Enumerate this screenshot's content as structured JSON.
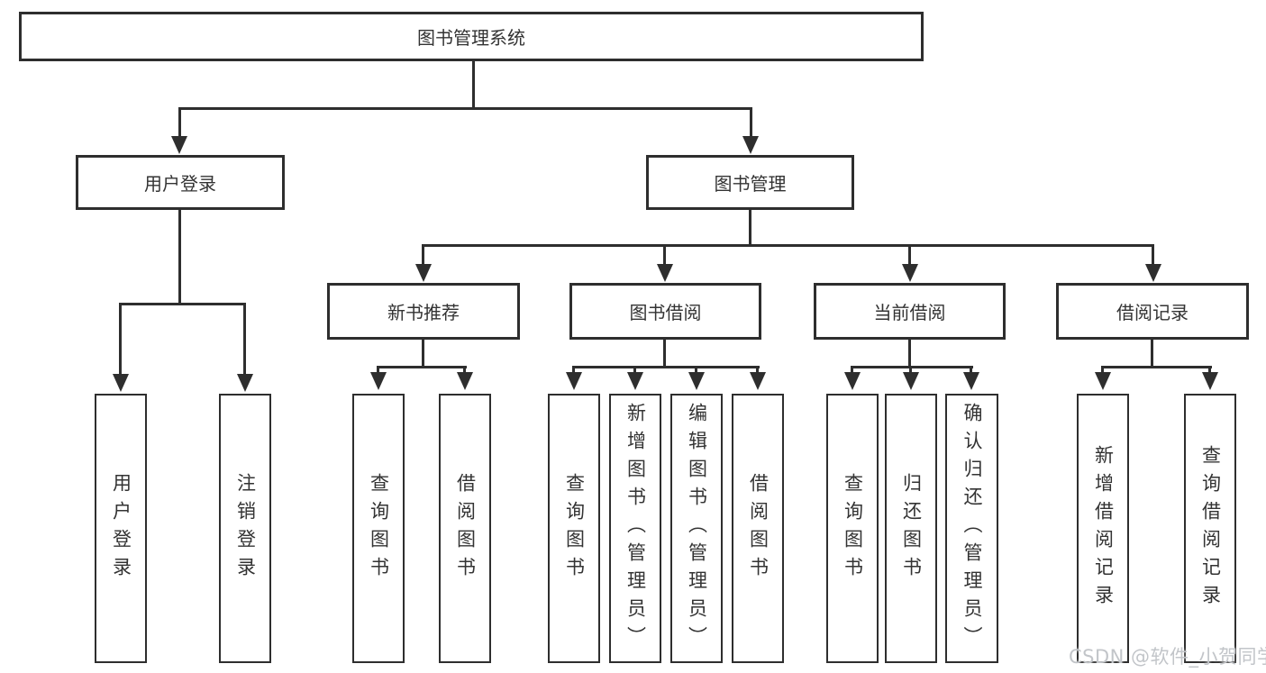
{
  "colors": {
    "background": "#ffffff",
    "line": "#2e2e2e",
    "box_border": "#2e2e2e",
    "text": "#333333",
    "watermark_text": "#c2c5c9"
  },
  "watermark": {
    "text": "CSDN @软件_小贺同学"
  },
  "tree": {
    "label": "图书管理系统",
    "children": [
      {
        "label": "用户登录",
        "children": [
          {
            "label": "用户登录"
          },
          {
            "label": "注销登录"
          }
        ]
      },
      {
        "label": "图书管理",
        "children": [
          {
            "label": "新书推荐",
            "children": [
              {
                "label": "查询图书"
              },
              {
                "label": "借阅图书"
              }
            ]
          },
          {
            "label": "图书借阅",
            "children": [
              {
                "label": "查询图书"
              },
              {
                "label": "新增图书（管理员）"
              },
              {
                "label": "编辑图书（管理员）"
              },
              {
                "label": "借阅图书"
              }
            ]
          },
          {
            "label": "当前借阅",
            "children": [
              {
                "label": "查询图书"
              },
              {
                "label": "归还图书"
              },
              {
                "label": "确认归还（管理员）"
              }
            ]
          },
          {
            "label": "借阅记录",
            "children": [
              {
                "label": "新增借阅记录"
              },
              {
                "label": "查询借阅记录"
              }
            ]
          }
        ]
      }
    ]
  }
}
